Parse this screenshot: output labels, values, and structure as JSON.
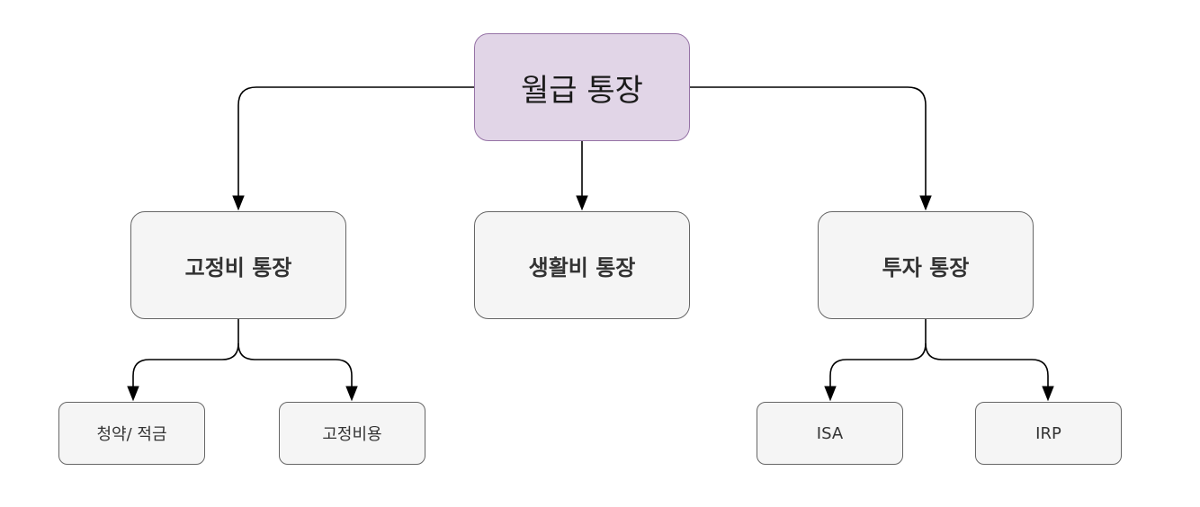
{
  "root": {
    "label": "월급 통장"
  },
  "accounts": [
    {
      "id": "fixed",
      "label": "고정비 통장"
    },
    {
      "id": "living",
      "label": "생활비 통장"
    },
    {
      "id": "invest",
      "label": "투자 통장"
    }
  ],
  "sub_accounts": {
    "fixed": [
      {
        "label": "청약/ 적금"
      },
      {
        "label": "고정비용"
      }
    ],
    "invest": [
      {
        "label": "ISA"
      },
      {
        "label": "IRP"
      }
    ]
  },
  "colors": {
    "root_fill": "#e1d5e7",
    "root_border": "#9673a6",
    "node_fill": "#f5f5f5",
    "node_border": "#666666",
    "edge": "#000000"
  }
}
